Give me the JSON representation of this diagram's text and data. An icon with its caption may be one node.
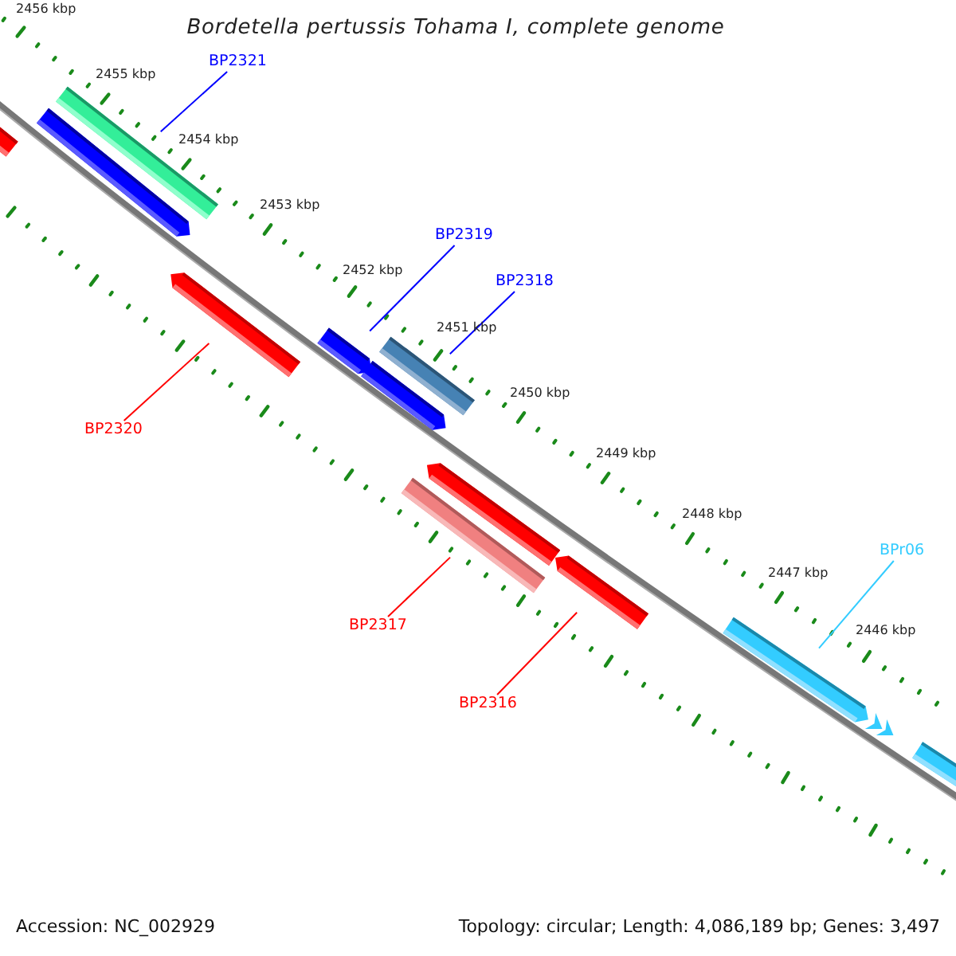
{
  "diagram": {
    "title": "Bordetella pertussis Tohama I, complete genome",
    "nodes": [
      {
        "text": [
          "BP2321"
        ]
      },
      {
        "text": [],
        "shape": "bar"
      },
      {
        "text": [],
        "shape": "bar"
      },
      {
        "text": [],
        "shape": "bar"
      },
      {
        "text": [
          "BP2319"
        ]
      },
      {
        "text": [
          "BP2318"
        ]
      },
      {
        "text": [],
        "shape": "bar"
      },
      {
        "text": [],
        "shape": "bar"
      },
      {
        "text": [],
        "shape": "bar"
      },
      {
        "text": [],
        "shape": "bar"
      },
      {
        "text": [
          "BP2320"
        ]
      },
      {
        "text": [],
        "shape": "bar"
      },
      {
        "text": [],
        "shape": "bar"
      },
      {
        "text": [],
        "shape": "bar"
      },
      {
        "text": [
          "BPr06"
        ]
      },
      {
        "text": [
          "BP2317"
        ]
      },
      {
        "text": [],
        "shape": "bar"
      },
      {
        "text": [
          "BP2316"
        ]
      },
      {
        "text": [],
        "shape": "bar"
      },
      {
        "text": [],
        "shape": "bar"
      },
      {
        "text": [],
        "shape": "bar"
      }
    ],
    "edges": [
      {
        "from": 0,
        "to": 2,
        "arrow": "none",
        "color": "#0000ff"
      },
      {
        "from": 4,
        "to": 7,
        "arrow": "none",
        "color": "#0000ff"
      },
      {
        "from": 5,
        "to": 8,
        "arrow": "none",
        "color": "#0000ff"
      },
      {
        "from": 10,
        "to": 6,
        "arrow": "none",
        "color": "#ff0000"
      },
      {
        "from": 15,
        "to": 12,
        "arrow": "none",
        "color": "#ff0000"
      },
      {
        "from": 17,
        "to": 13,
        "arrow": "none",
        "color": "#ff0000"
      },
      {
        "from": 14,
        "to": 16,
        "arrow": "none",
        "color": "#33ccff"
      }
    ],
    "labels": [
      "2456 kbp",
      "2455 kbp",
      "2454 kbp",
      "2453 kbp",
      "2452 kbp",
      "2451 kbp",
      "2450 kbp",
      "2449 kbp",
      "2448 kbp",
      "2447 kbp",
      "2446 kbp",
      "Accession: NC_002929",
      "Topology: circular; Length: 4,086,189 bp; Genes: 3,497"
    ]
  }
}
